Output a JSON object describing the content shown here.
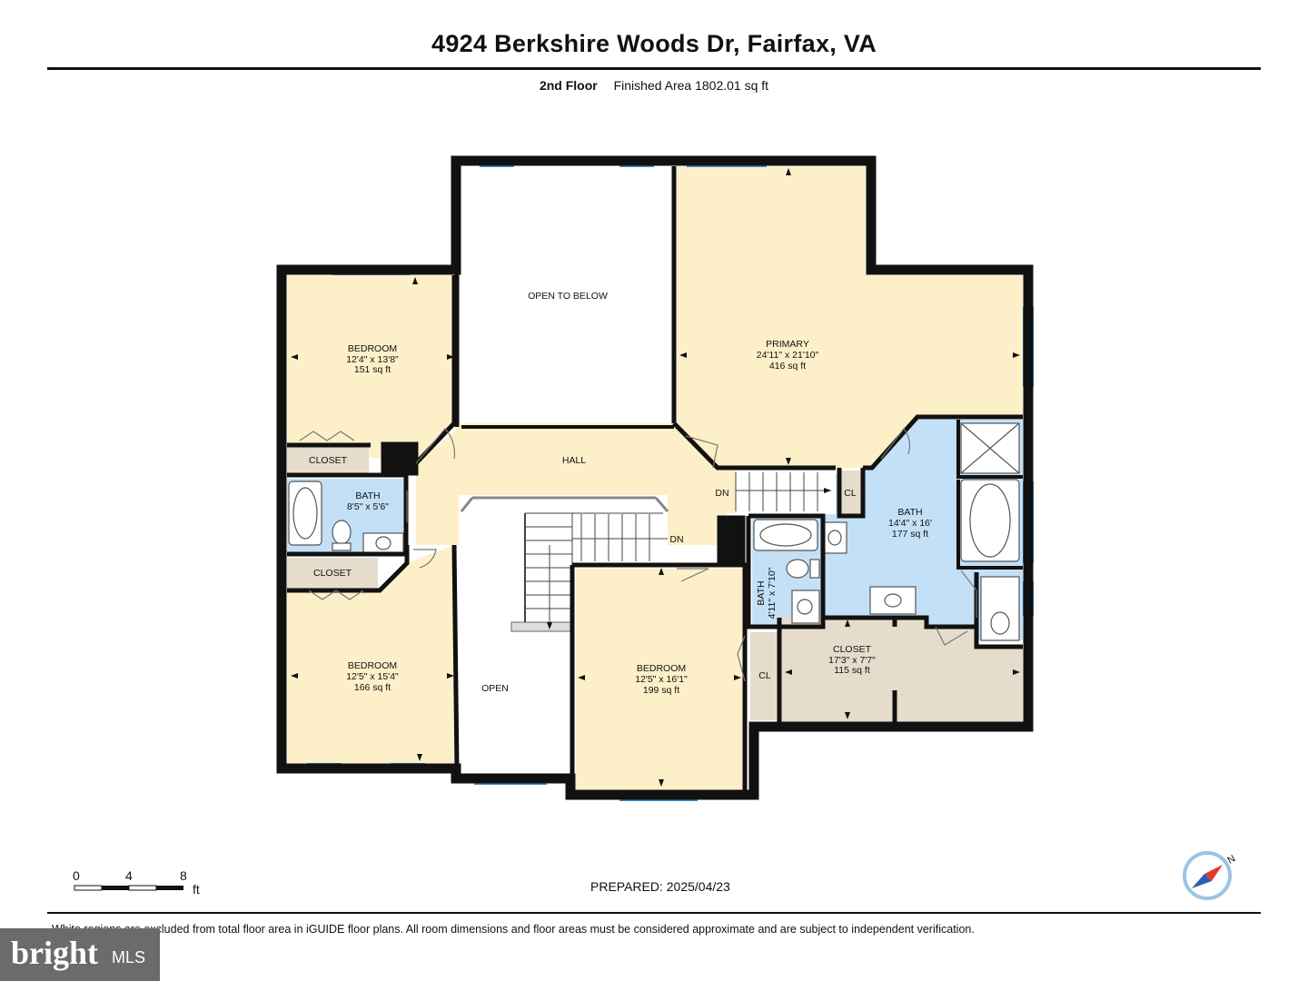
{
  "header": {
    "title": "4924 Berkshire Woods Dr, Fairfax, VA",
    "floor": "2nd Floor",
    "area": "Finished Area 1802.01 sq ft"
  },
  "rooms": {
    "bedroom1": {
      "name": "BEDROOM",
      "dims": "12'4\" x 13'8\"",
      "area": "151 sq ft"
    },
    "open_below": {
      "name": "OPEN TO BELOW"
    },
    "primary": {
      "name": "PRIMARY",
      "dims": "24'11\" x 21'10\"",
      "area": "416 sq ft"
    },
    "hall": {
      "name": "HALL"
    },
    "closet1": {
      "name": "CLOSET"
    },
    "bath1": {
      "name": "BATH",
      "dims": "8'5\" x 5'6\""
    },
    "closet2": {
      "name": "CLOSET"
    },
    "bedroom2": {
      "name": "BEDROOM",
      "dims": "12'5\" x 15'4\"",
      "area": "166 sq ft"
    },
    "open": {
      "name": "OPEN"
    },
    "bedroom3": {
      "name": "BEDROOM",
      "dims": "12'5\" x 16'1\"",
      "area": "199 sq ft"
    },
    "bath2": {
      "name": "BATH",
      "dims": "4'11\" x 7'10\""
    },
    "primary_bath": {
      "name": "BATH",
      "dims": "14'4\" x 16'",
      "area": "177 sq ft"
    },
    "walkin_closet": {
      "name": "CLOSET",
      "dims": "17'3\" x 7'7\"",
      "area": "115 sq ft"
    },
    "cl_upper": {
      "name": "CL"
    },
    "cl_lower": {
      "name": "CL"
    },
    "dn_upper": {
      "name": "DN"
    },
    "dn_lower": {
      "name": "DN"
    }
  },
  "scale_bar": {
    "ticks": [
      "0",
      "4",
      "8"
    ],
    "unit": "ft"
  },
  "prepared": "PREPARED: 2025/04/23",
  "disclaimer": "White regions are excluded from total floor area in iGUIDE floor plans. All room dimensions and floor areas must be considered approximate and are subject to independent verification.",
  "logo": {
    "brand": "bright",
    "suffix": "MLS"
  },
  "compass": {
    "label": "N"
  },
  "colors": {
    "bedroom_fill": "#fdf0c8",
    "bath_fill": "#c4e0f7",
    "closet_fill": "#e6dccc",
    "wall": "#111111",
    "window": "#3a8fd0"
  }
}
